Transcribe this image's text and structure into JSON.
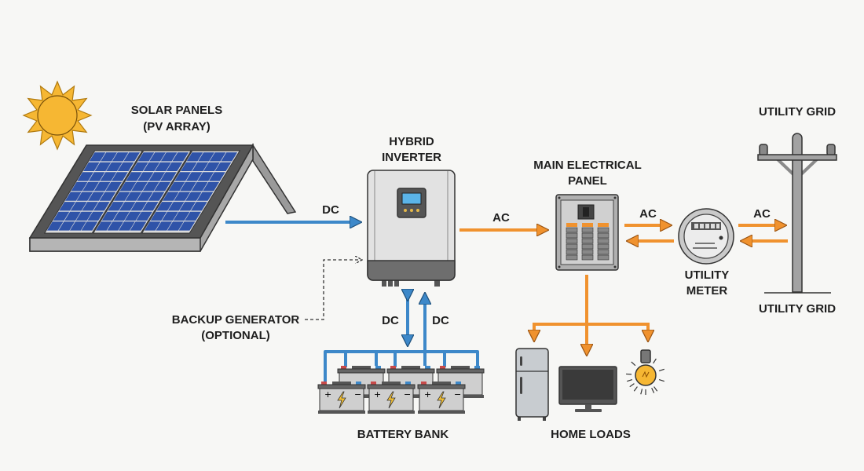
{
  "colors": {
    "dc": "#3d88c9",
    "ac": "#f0922e",
    "sun": "#f6b733",
    "cell": "#2f53a8",
    "background": "#f7f7f5"
  },
  "labels": {
    "solar_panels": "SOLAR PANELS",
    "pv_array": "(PV ARRAY)",
    "hybrid": "HYBRID",
    "inverter": "INVERTER",
    "main_electrical": "MAIN ELECTRICAL",
    "panel": "PANEL",
    "utility_grid_top": "UTILITY GRID",
    "utility_grid_bottom": "UTILITY GRID",
    "utility": "UTILITY",
    "meter": "METER",
    "backup_generator": "BACKUP GENERATOR",
    "optional": "(OPTIONAL)",
    "battery_bank": "BATTERY BANK",
    "home_loads": "HOME LOADS"
  },
  "flows": {
    "pv_to_inverter": "DC",
    "battery_left": "DC",
    "battery_right": "DC",
    "inverter_to_panel": "AC",
    "panel_to_meter": "AC",
    "meter_to_grid": "AC"
  },
  "icons": [
    "sun-icon",
    "solar-panel-icon",
    "inverter-icon",
    "breaker-panel-icon",
    "meter-icon",
    "utility-pole-icon",
    "battery-icon",
    "fridge-icon",
    "tv-icon",
    "light-bulb-icon"
  ]
}
